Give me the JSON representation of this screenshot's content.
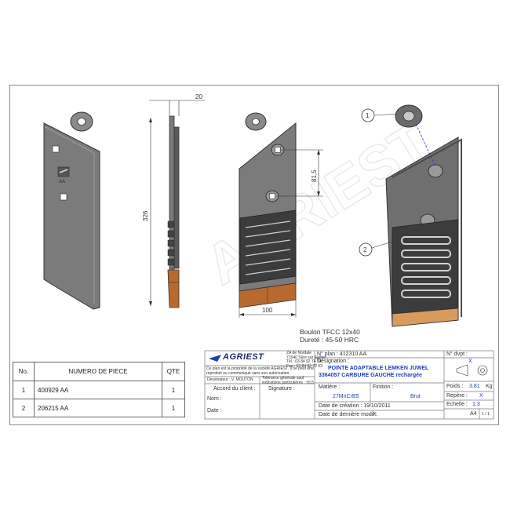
{
  "dimensions": {
    "thickness": "20",
    "height": "326",
    "hole_spacing": "81,5",
    "width": "100"
  },
  "watermark": "AGRIEST",
  "balloons": [
    "1",
    "2"
  ],
  "part_marking": "AA",
  "bolt_note": {
    "line1": "Boulon TFCC 12x40",
    "line2": "Dureté : 45-50 HRC"
  },
  "parts_table": {
    "headers": {
      "no": "No.",
      "part_number": "NUMERO DE PIECE",
      "qty": "QTE"
    },
    "rows": [
      {
        "no": "1",
        "part_number": "400929 AA",
        "qty": "1"
      },
      {
        "no": "2",
        "part_number": "206215 AA",
        "qty": "1"
      }
    ]
  },
  "title_block": {
    "logo": "AGRIEST",
    "company_lines": [
      "ZA de Nordale",
      "71540 Sûre sur Saône",
      "Tél : 03 84 92 74 74",
      "Fax : 03 84 92 72 03"
    ],
    "copyright_lines": [
      "Ce plan est la propriété de la société AGRIEST. Il ne peut être",
      "reproduit ou communiqué sans son autorisation."
    ],
    "designer_label": "Dessinateur : V. MOUTON",
    "tolerance_lines": [
      "Tolérance générale sauf",
      "indications particulières : ±0,5"
    ],
    "client_label": "Accord du client :",
    "signature_label": "Signature :",
    "name_label": "Nom :",
    "date_label": "Date :",
    "plan_no": "N° plan : 412310 AA",
    "designation_label": "Désignation :",
    "designation_line1": "POINTE ADAPTABLE LEMKEN JUWEL",
    "designation_line2": "3364057 CARBURE GAUCHE rechargée",
    "matiere_label": "Matière :",
    "matiere_value": "27MnCrB5",
    "finition_label": "Finition :",
    "finition_value": "Brut",
    "creation_date": "Date de création : 19/10/2011",
    "modif_label": "Date de dernière modif :",
    "modif_value": "X",
    "dvpt_label": "N° dvpt :",
    "dvpt_value": "X",
    "poids_label": "Poids :",
    "poids_value": "3.81",
    "poids_unit": "Kg",
    "repere_label": "Repère :",
    "repere_value": "X",
    "echelle_label": "Echelle :",
    "echelle_value": "1:3",
    "format": "A4",
    "sheet": "1 / 1"
  }
}
